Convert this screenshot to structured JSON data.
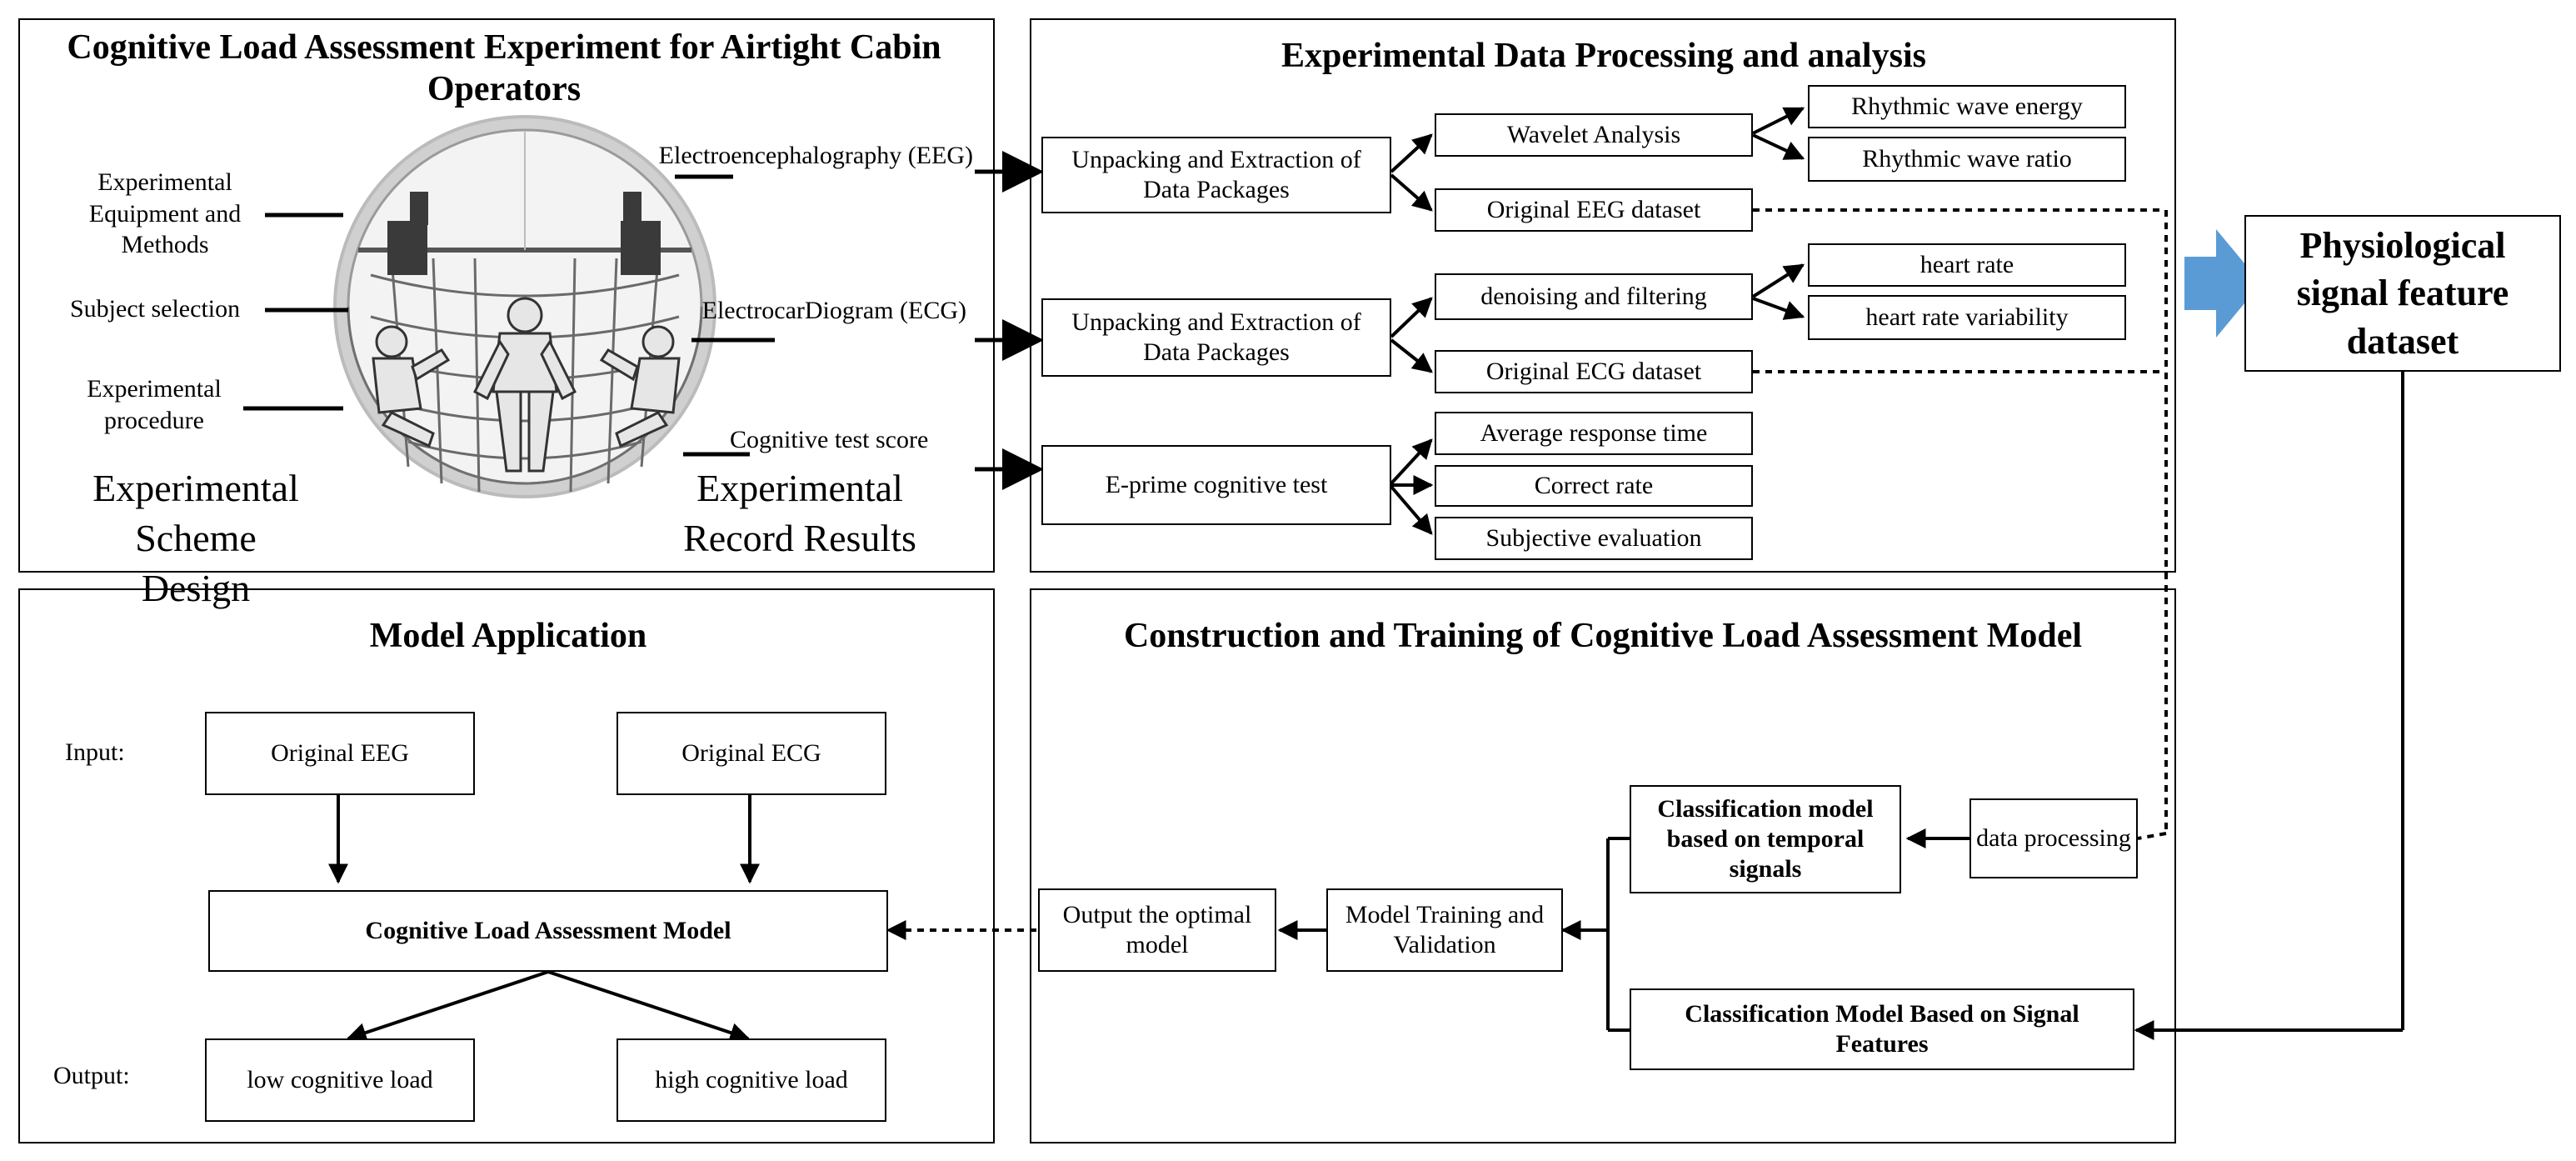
{
  "panel_top_left": {
    "title": "Cognitive Load Assessment Experiment for Airtight Cabin Operators",
    "left_labels": {
      "equipment": "Experimental Equipment and Methods",
      "subject": "Subject selection",
      "procedure": "Experimental procedure"
    },
    "right_labels": {
      "eeg": "Electroencephalography (EEG)",
      "ecg": "ElectrocarDiogram (ECG)",
      "cognitive": "Cognitive test score"
    },
    "scheme_design": "Experimental Scheme Design",
    "record_results": "Experimental Record Results"
  },
  "panel_top_right": {
    "title": "Experimental Data Processing and analysis",
    "unpack_eeg": "Unpacking and Extraction of Data Packages",
    "unpack_ecg": "Unpacking and Extraction of Data Packages",
    "eprime": "E-prime cognitive test",
    "wavelet": "Wavelet Analysis",
    "orig_eeg_dataset": "Original EEG dataset",
    "rhythm_energy": "Rhythmic wave energy",
    "rhythm_ratio": "Rhythmic wave ratio",
    "denoise": "denoising and filtering",
    "orig_ecg_dataset": "Original ECG dataset",
    "heart_rate": "heart rate",
    "hrv": "heart rate variability",
    "avg_response": "Average response time",
    "correct_rate": "Correct rate",
    "subjective": "Subjective evaluation"
  },
  "feature_dataset": "Physiological signal feature dataset",
  "panel_bottom_left": {
    "title": "Model Application",
    "input_label": "Input:",
    "output_label": "Output:",
    "orig_eeg": "Original EEG",
    "orig_ecg": "Original ECG",
    "model": "Cognitive Load Assessment Model",
    "low": "low cognitive load",
    "high": "high cognitive load"
  },
  "panel_bottom_right": {
    "title": "Construction and Training of Cognitive Load Assessment Model",
    "data_processing": "data processing",
    "temporal_model": "Classification model based on temporal signals",
    "feature_model": "Classification Model Based on Signal Features",
    "training": "Model Training and Validation",
    "output_optimal": "Output the optimal model"
  },
  "colors": {
    "big_arrow": "#5b9bd5",
    "cabin_ring": "#c8c8c8",
    "cabin_fill": "#eeeeee",
    "stroke": "#000000"
  }
}
